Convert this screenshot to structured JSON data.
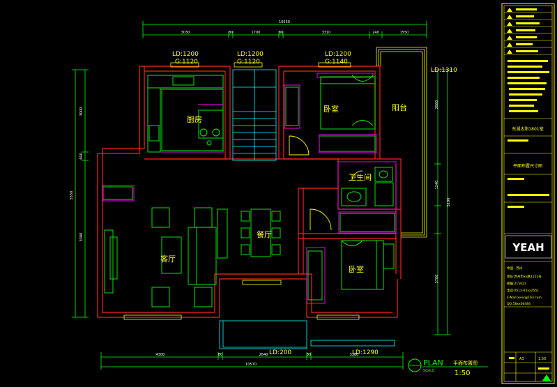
{
  "colors": {
    "wall": "#ff2020",
    "furniture": "#00ff00",
    "magenta": "#ff00ff",
    "yellow": "#ffff00",
    "cyan": "#00ffff",
    "white": "#ffffff",
    "frame": "#ffff00"
  },
  "top_labels": {
    "kitchen_window_ld": "LD:1200",
    "kitchen_window_g": "G:1120",
    "stair_window_ld": "LD:1200",
    "stair_window_g": "G:1120",
    "bedroom_window_ld": "LD:1200",
    "bedroom_window_g": "G:1140",
    "balcony_ld": "LD:1310"
  },
  "bottom_labels": {
    "door_ld_200": "LD:200",
    "door_ld_1290": "LD:1290"
  },
  "rooms": {
    "kitchen": "厨房",
    "bedroom_top": "卧室",
    "balcony": "阳台",
    "bathroom": "卫生间",
    "dining": "餐厅",
    "living": "客厅",
    "bedroom_bottom": "卧室"
  },
  "dimensions": {
    "total_top": "10550",
    "top_seg": [
      "3030",
      "80",
      "1700",
      "80",
      "3310",
      "240",
      "1550"
    ],
    "total_bottom": "10570",
    "bottom_seg": [
      "4300",
      "80",
      "2640",
      "80",
      "3380"
    ],
    "left": [
      "3000",
      "600",
      "5550",
      "3300"
    ],
    "right": [
      "2860",
      "1240",
      "5100",
      "3700"
    ]
  },
  "plan_title": {
    "word": "PLAN",
    "sub": "SCALE",
    "name": "平面布置图",
    "scale": "1:50"
  },
  "title_block": {
    "project": "东湖太阳1801室",
    "drawing_name": "平面布置尺寸图",
    "logo": "YEAH",
    "company_lines": [
      "中国 · 苏州",
      "地址:苏州市xx路1151号",
      "邮编:215021",
      "电话:0512-65xx2551",
      "E-Mail:xxxx@163.com",
      "QQ:58xx06484"
    ],
    "sheet_size": "A3",
    "scale_cell": "1:50"
  }
}
